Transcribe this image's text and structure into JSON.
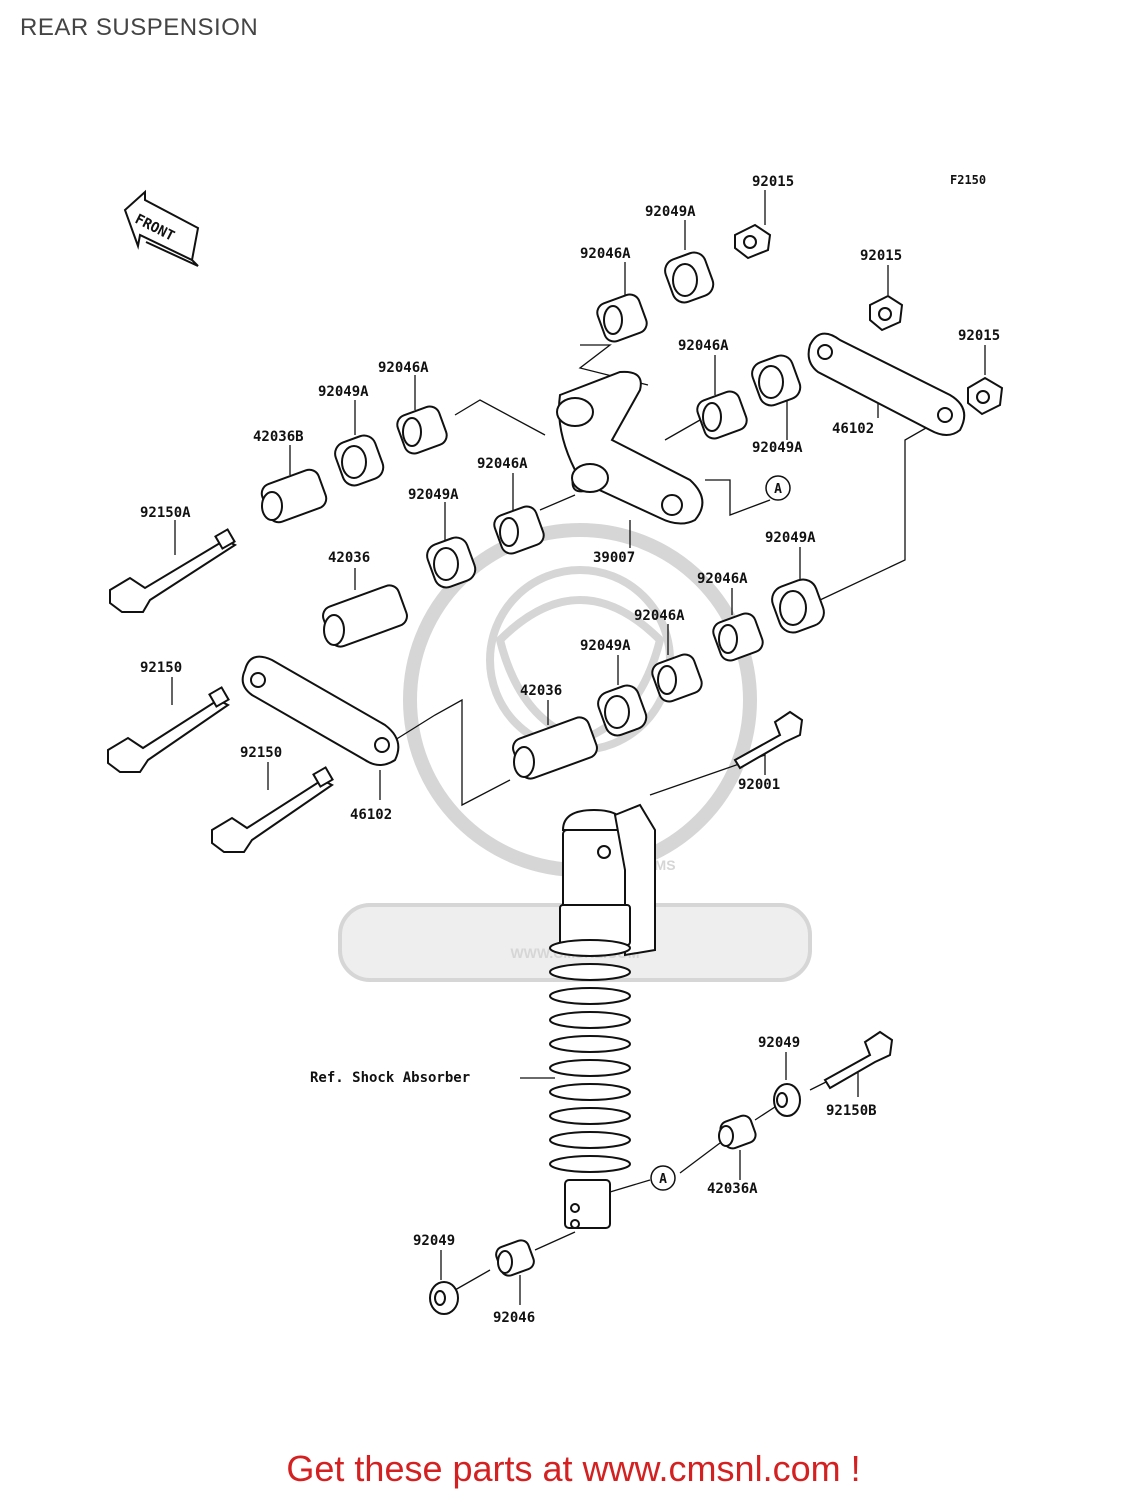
{
  "page": {
    "title": "REAR SUSPENSION"
  },
  "diagram": {
    "figure_code": "F2150",
    "front_arrow_label": "FRONT",
    "ref_marker": "A",
    "shock_label": "Ref. Shock Absorber",
    "part_labels": {
      "p92015_top": "92015",
      "p92049A_top": "92049A",
      "p92046A_top": "92046A",
      "p92015_mid": "92015",
      "p92015_right": "92015",
      "p92046A_left": "92046A",
      "p92049A_left": "92049A",
      "p92046A_right": "92046A",
      "p92049A_right": "92049A",
      "p46102_right": "46102",
      "p42036B": "42036B",
      "p92046A_center": "92046A",
      "p92049A_center": "92049A",
      "p39007": "39007",
      "p92150A": "92150A",
      "p42036_upper": "42036",
      "p92049A_lower_right": "92049A",
      "p92046A_lower_right": "92046A",
      "p92046A_lower": "92046A",
      "p92049A_lower": "92049A",
      "p92150_upper": "92150",
      "p42036_lower": "42036",
      "p92150_lower": "92150",
      "p46102_left": "46102",
      "p92001": "92001",
      "p92049_right": "92049",
      "p92150B": "92150B",
      "p42036A": "42036A",
      "p92049_bottom": "92049",
      "p92046_bottom": "92046"
    }
  },
  "watermark": {
    "brand": "CMS",
    "url": "WWW.CMSNL.COM"
  },
  "footer": {
    "banner": "Get these parts at www.cmsnl.com !"
  },
  "colors": {
    "banner": "#d42020",
    "watermark": "#d6d6d6",
    "ink": "#111111"
  }
}
